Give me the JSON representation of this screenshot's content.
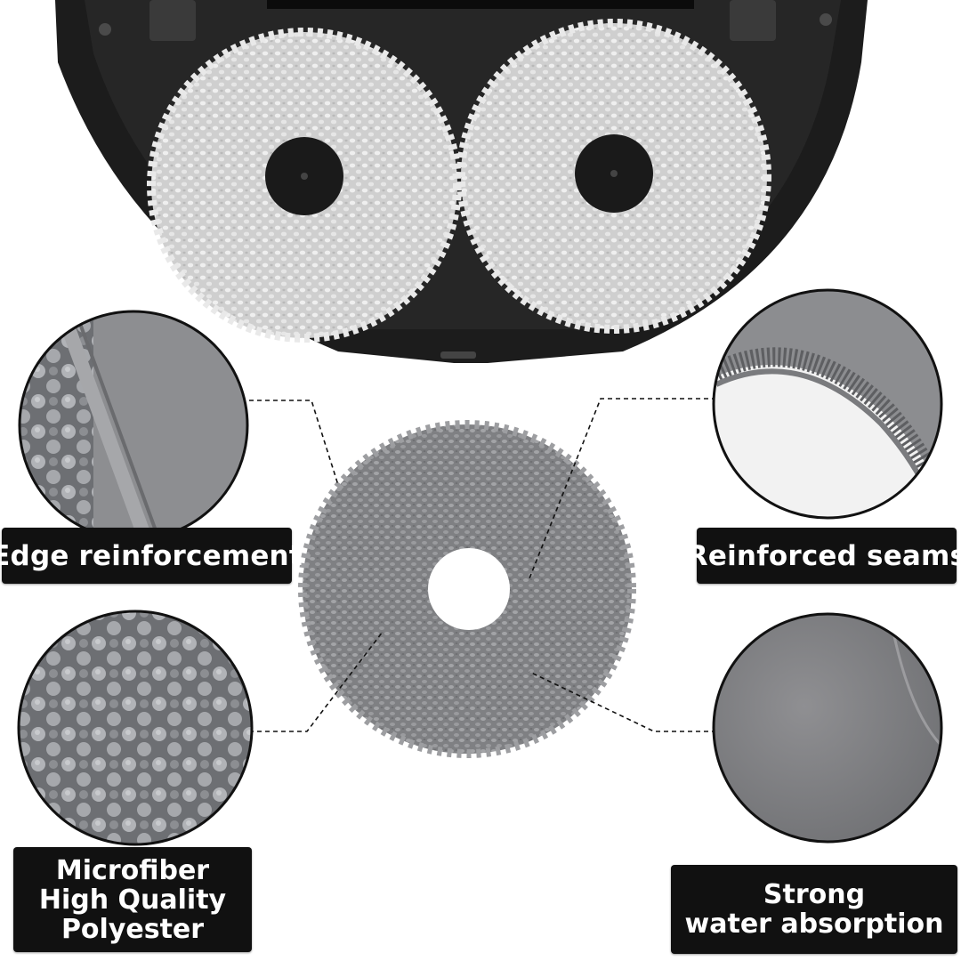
{
  "features": {
    "edge": {
      "label": "Edge reinforcement"
    },
    "seams": {
      "label": "Reinforced seams"
    },
    "microfiber": {
      "lines": [
        "Microfiber",
        "High Quality",
        "Polyester"
      ]
    },
    "absorption": {
      "lines": [
        "Strong",
        "water absorption"
      ]
    }
  },
  "colors": {
    "robot_body": "#1c1c1c",
    "mop_light": "#d6d6d6",
    "mop_gray": "#8a8b8e",
    "label_bg": "#111111",
    "label_text": "#ffffff"
  }
}
